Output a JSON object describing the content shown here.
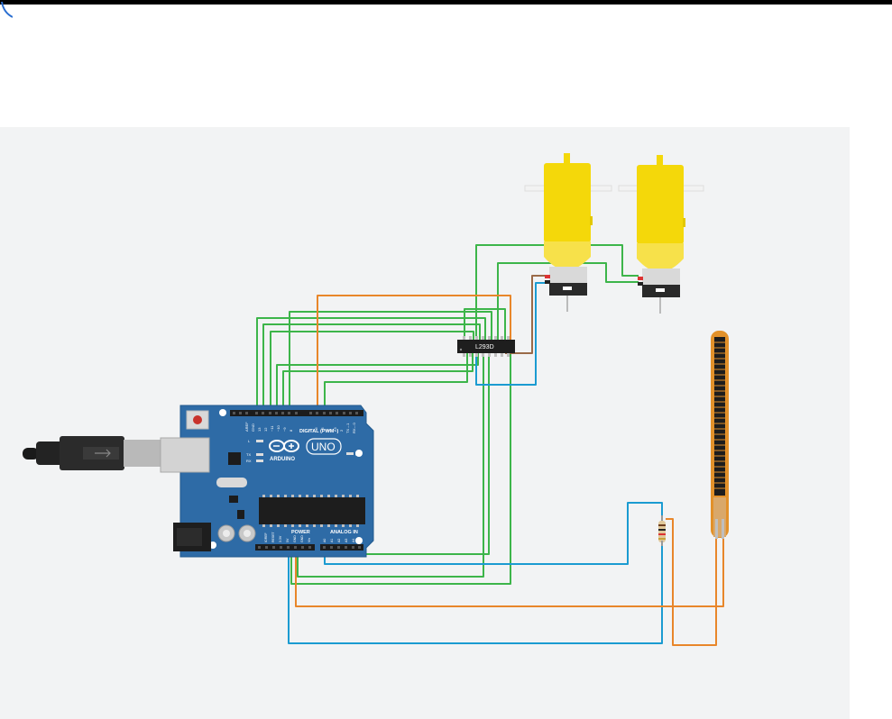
{
  "components": {
    "arduino": {
      "brand": "ARDUINO",
      "model": "UNO",
      "digital_header": "DIGITAL (PWM~)",
      "power_header": "POWER",
      "analog_header": "ANALOG IN",
      "on_label": "ON",
      "aref": "AREF",
      "gnd": "GND",
      "digital_pins": [
        "13",
        "12",
        "~11",
        "~10",
        "~9",
        "8",
        "7",
        "~6",
        "~5",
        "4",
        "~3",
        "2",
        "TX→1",
        "RX←0"
      ],
      "power_pins": [
        "IOREF",
        "RESET",
        "3.3V",
        "5V",
        "GND",
        "GND",
        "Vin"
      ],
      "analog_pins": [
        "A0",
        "A1",
        "A2",
        "A3",
        "A4",
        "A5"
      ],
      "led_labels": [
        "L",
        "TX",
        "RX"
      ]
    },
    "driver": {
      "label": "L293D"
    }
  },
  "colors": {
    "canvas": "#f2f3f4",
    "board": "#2e6ba6",
    "wire_green": "#3db54a",
    "wire_orange": "#e8862a",
    "wire_blue": "#1b9bd1",
    "wire_brown": "#9a6a48",
    "motor_yellow": "#f4d80a",
    "flex_sensor": "#e2912a"
  },
  "icons": [
    "usb-plug-icon",
    "arduino-infinity-logo-icon",
    "motor-icon",
    "resistor-icon",
    "flex-sensor-icon"
  ]
}
